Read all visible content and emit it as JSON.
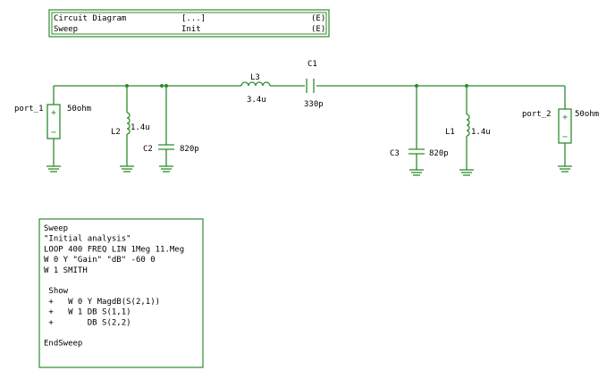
{
  "colors": {
    "wire": "#2e8b2e",
    "box_border": "#2e8b2e",
    "text": "#000000"
  },
  "header_box": {
    "rows": [
      {
        "name": "Circuit Diagram",
        "value": "[...]",
        "flag": "(E)"
      },
      {
        "name": "Sweep",
        "value": "Init",
        "flag": "(E)"
      }
    ]
  },
  "components": {
    "port_1": {
      "name": "port_1",
      "value": "50ohm"
    },
    "port_2": {
      "name": "port_2",
      "value": "50ohm"
    },
    "L1": {
      "name": "L1",
      "value": "1.4u"
    },
    "L2": {
      "name": "L2",
      "value": "1.4u"
    },
    "L3": {
      "name": "L3",
      "value": "3.4u"
    },
    "C1": {
      "name": "C1",
      "value": "330p"
    },
    "C2": {
      "name": "C2",
      "value": "820p"
    },
    "C3": {
      "name": "C3",
      "value": "820p"
    }
  },
  "sweep_box": {
    "lines": [
      "Sweep",
      "\"Initial analysis\"",
      "LOOP 400 FREQ LIN 1Meg 11.Meg",
      "W 0 Y \"Gain\" \"dB\" -60 0",
      "W 1 SMITH",
      "",
      " Show",
      " +   W 0 Y MagdB(S(2,1))",
      " +   W 1 DB S(1,1)",
      " +       DB S(2,2)",
      "",
      "EndSweep"
    ]
  }
}
